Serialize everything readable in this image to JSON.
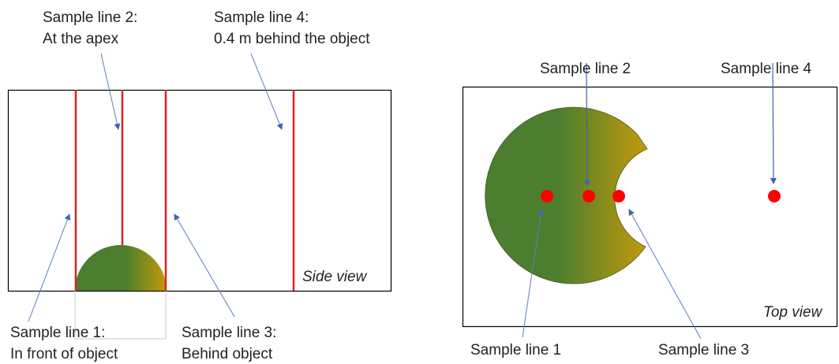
{
  "side_view": {
    "label_line2_title": "Sample line 2:",
    "label_line2_desc": "At the apex",
    "label_line4_title": "Sample line 4:",
    "label_line4_desc": "0.4 m behind the object",
    "label_line1_title": "Sample line 1:",
    "label_line1_desc": "In front of object",
    "label_line3_title": "Sample line 3:",
    "label_line3_desc": "Behind object",
    "view_label": "Side view"
  },
  "top_view": {
    "label_line1": "Sample line 1",
    "label_line2": "Sample line 2",
    "label_line3": "Sample line 3",
    "label_line4": "Sample line 4",
    "view_label": "Top view"
  },
  "colors": {
    "sample_line": "#e02020",
    "sample_point": "#ff0000",
    "object_gradient_start": "#4b7e2f",
    "object_gradient_end": "#c39a0a",
    "arrow": "#5b7fc0",
    "frame": "#000000"
  }
}
